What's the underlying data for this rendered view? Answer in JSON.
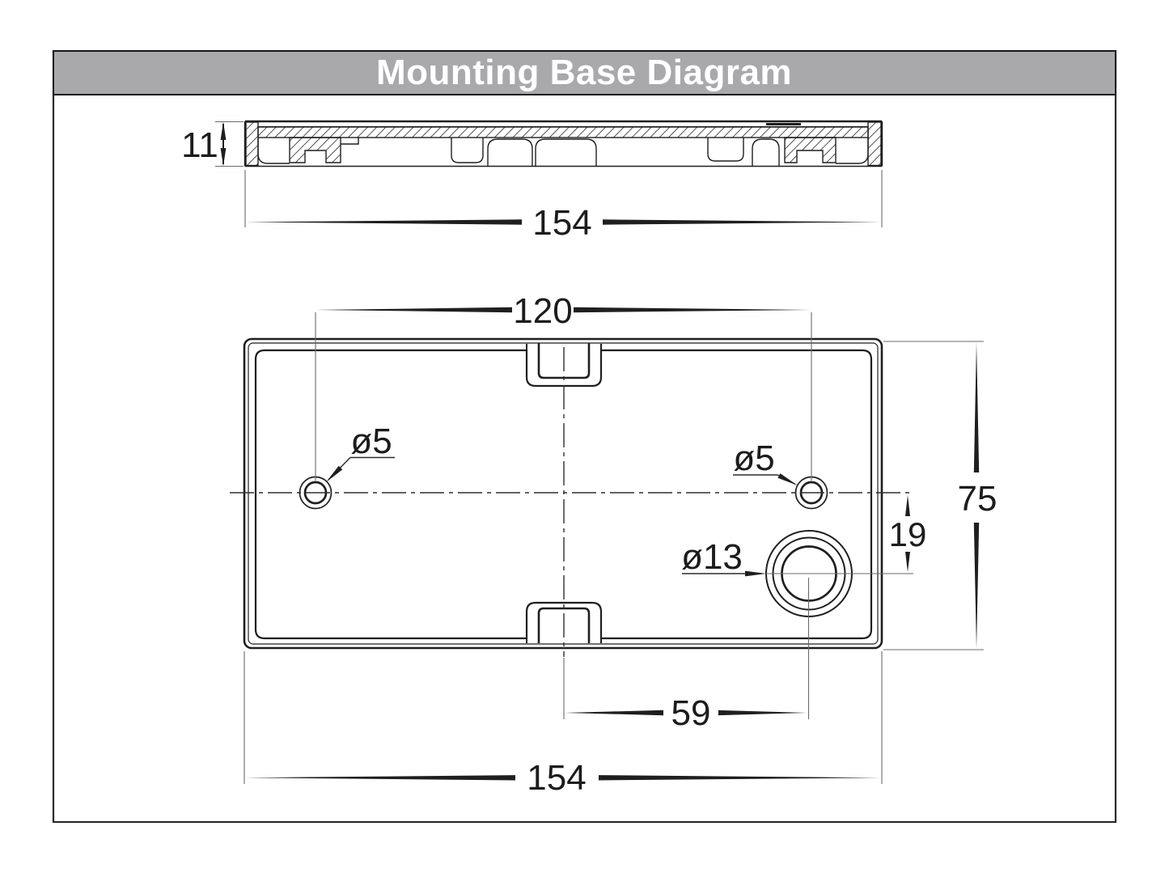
{
  "header": {
    "title": "Mounting Base Diagram",
    "bg_color": "#a9a9ac",
    "text_color": "#ffffff"
  },
  "colors": {
    "line": "#1f1f1f",
    "dim_text": "#1c1c1c",
    "extension_line": "#6a6a6a",
    "page_border": "#2a2a2a"
  },
  "side_view": {
    "description": "cross-section of mounting base",
    "height_dim": "11",
    "width_dim": "154"
  },
  "top_view": {
    "description": "plan view of mounting base",
    "hole_spacing_dim": "120",
    "screw_hole_left_label": "ø5",
    "screw_hole_right_label": "ø5",
    "body_height_dim": "75",
    "cable_hole_label": "ø13",
    "cable_hole_offset_y_dim": "19",
    "cable_hole_offset_x_dim": "59",
    "body_width_dim": "154"
  }
}
